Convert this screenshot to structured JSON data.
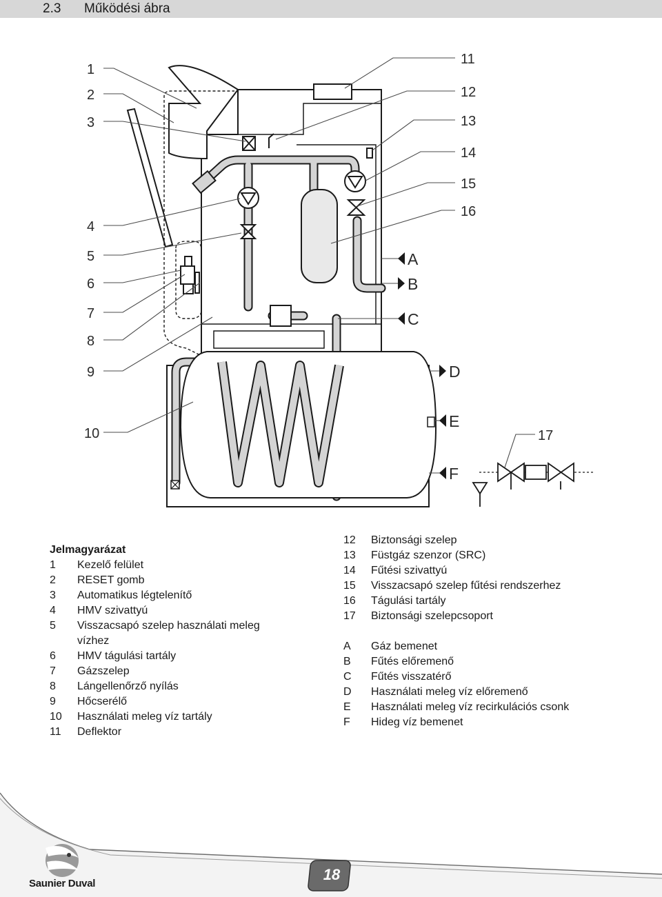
{
  "header": {
    "section_number": "2.3",
    "title": "Működési ábra"
  },
  "diagram": {
    "callouts_left": [
      "1",
      "2",
      "3",
      "4",
      "5",
      "6",
      "7",
      "8",
      "9",
      "10"
    ],
    "callouts_right": [
      "11",
      "12",
      "13",
      "14",
      "15",
      "16"
    ],
    "callout_17": "17",
    "ports": [
      "A",
      "B",
      "C",
      "D",
      "E",
      "F"
    ]
  },
  "legend": {
    "title": "Jelmagyarázat",
    "left_items": [
      {
        "key": "1",
        "text": "Kezelő felület"
      },
      {
        "key": "2",
        "text": "RESET gomb"
      },
      {
        "key": "3",
        "text": "Automatikus légtelenítő"
      },
      {
        "key": "4",
        "text": "HMV szivattyú"
      },
      {
        "key": "5",
        "text": "Visszacsapó szelep használati meleg vízhez"
      },
      {
        "key": "6",
        "text": "HMV tágulási tartály"
      },
      {
        "key": "7",
        "text": "Gázszelep"
      },
      {
        "key": "8",
        "text": "Lángellenőrző nyílás"
      },
      {
        "key": "9",
        "text": "Hőcserélő"
      },
      {
        "key": "10",
        "text": "Használati meleg víz tartály"
      },
      {
        "key": "11",
        "text": "Deflektor"
      }
    ],
    "right_items": [
      {
        "key": "12",
        "text": "Biztonsági szelep"
      },
      {
        "key": "13",
        "text": "Füstgáz szenzor (SRC)"
      },
      {
        "key": "14",
        "text": "Fűtési szivattyú"
      },
      {
        "key": "15",
        "text": "Visszacsapó szelep fűtési rendszerhez"
      },
      {
        "key": "16",
        "text": "Tágulási tartály"
      },
      {
        "key": "17",
        "text": "Biztonsági szelepcsoport"
      }
    ],
    "port_items": [
      {
        "key": "A",
        "text": "Gáz bemenet"
      },
      {
        "key": "B",
        "text": "Fűtés előremenő"
      },
      {
        "key": "C",
        "text": "Fűtés visszatérő"
      },
      {
        "key": "D",
        "text": "Használati meleg víz előremenő"
      },
      {
        "key": "E",
        "text": "Használati meleg víz recirkulációs csonk"
      },
      {
        "key": "F",
        "text": "Hideg víz bemenet"
      }
    ]
  },
  "footer": {
    "brand": "Saunier Duval",
    "page_number": "18"
  }
}
